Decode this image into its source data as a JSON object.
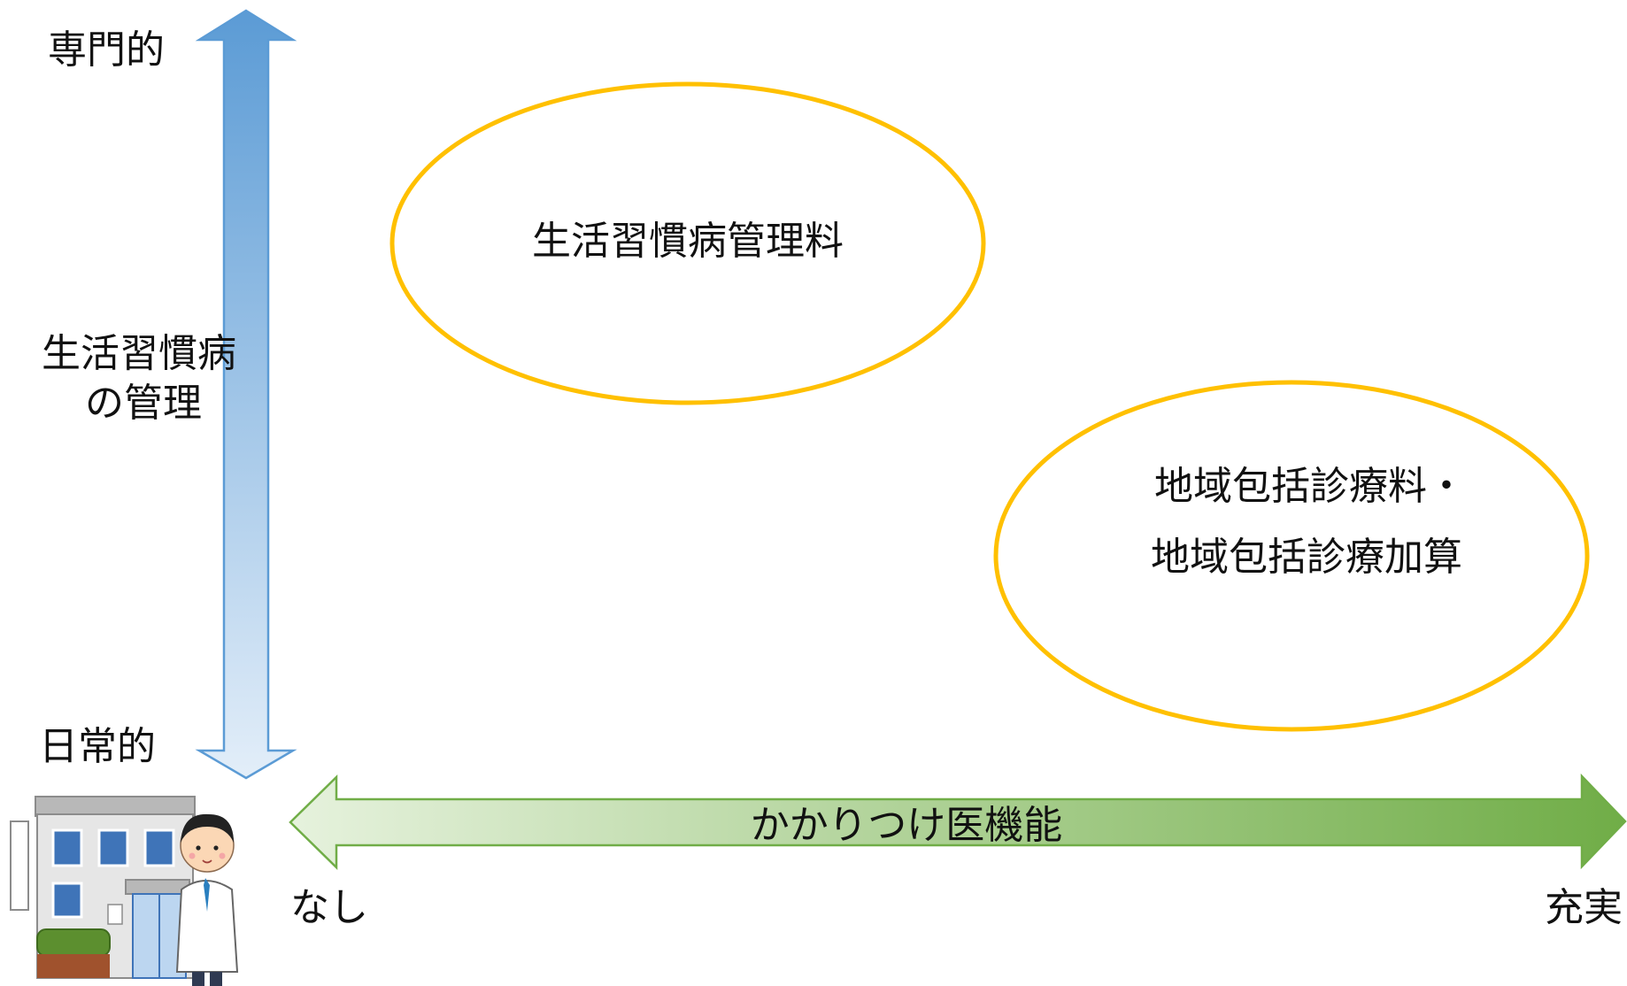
{
  "vertical_axis": {
    "top_label": "専門的",
    "middle_label_line1": "生活習慣病",
    "middle_label_line2": "の管理",
    "bottom_label": "日常的"
  },
  "horizontal_axis": {
    "label": "かかりつけ医機能",
    "left_label": "なし",
    "right_label": "充実"
  },
  "ellipses": {
    "upper_left": {
      "line1": "生活習慣病管理料"
    },
    "lower_right": {
      "line1": "地域包括診療料・",
      "line2": "地域包括診療加算"
    }
  },
  "colors": {
    "vertical_arrow_top": "#5b9bd5",
    "vertical_arrow_bottom": "#deebf7",
    "horizontal_arrow_left": "#e2f0d9",
    "horizontal_arrow_right": "#70ad47",
    "ellipse_stroke": "#ffc000"
  },
  "icons": {
    "clinic": "clinic-with-doctor-icon"
  }
}
